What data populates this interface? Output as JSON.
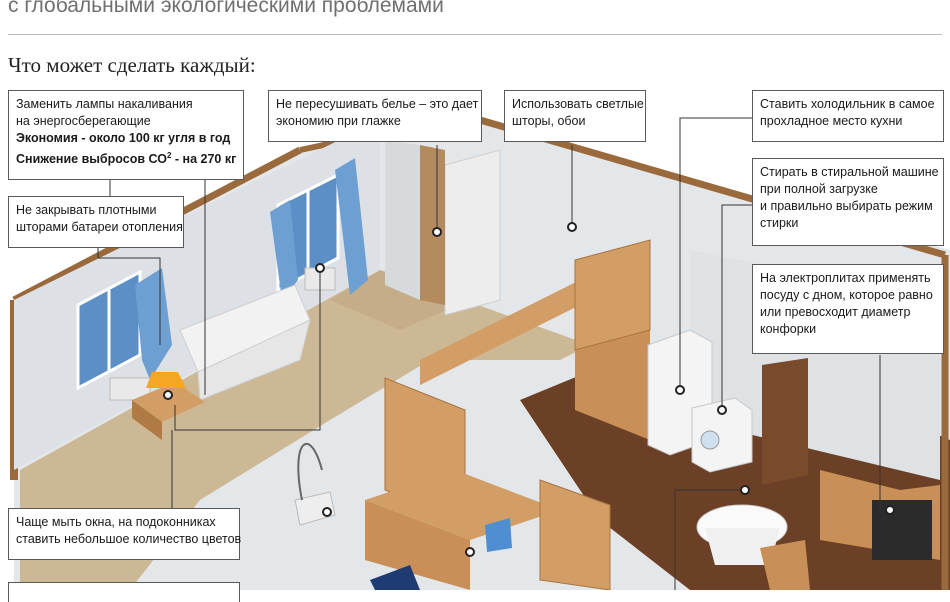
{
  "subtitle": "с глобальными экологическими проблемами",
  "heading": "Что может сделать каждый:",
  "callouts": {
    "lamps": {
      "line1": "Заменить лампы накаливания",
      "line2": "на  энергосберегающие",
      "line3": "Экономия - около 100 кг угля в год",
      "line4a": "Снижение выбросов СО",
      "line4sup": "2",
      "line4b": " -  на 270 кг"
    },
    "laundry": {
      "line1": "Не пересушивать белье – это дает",
      "line2": "экономию при глажке"
    },
    "curtains_light": {
      "line1": "Использовать светлые",
      "line2": "шторы, обои"
    },
    "fridge": {
      "line1": "Ставить холодильник в самое",
      "line2": "прохладное место кухни"
    },
    "washer": {
      "line1": "Стирать в стиральной машине",
      "line2": "при полной загрузке",
      "line3": "и правильно выбирать режим",
      "line4": "стирки"
    },
    "radiators": {
      "line1": "Не закрывать плотными",
      "line2": "шторами батареи отопления"
    },
    "stove": {
      "line1": "На электроплитах применять",
      "line2": "посуду с дном, которое равно",
      "line3": "или превосходит диаметр",
      "line4": "конфорки"
    },
    "windows": {
      "line1": "Чаще мыть окна, на подоконниках",
      "line2": "ставить небольшое количество цветов"
    }
  },
  "colors": {
    "wall": "#e4e7ea",
    "floor_living": "#cdb896",
    "floor_kitchen": "#6b4026",
    "wood": "#d39d66",
    "wall_edge": "#9a6a3c",
    "curtain": "#6d9fd3"
  }
}
